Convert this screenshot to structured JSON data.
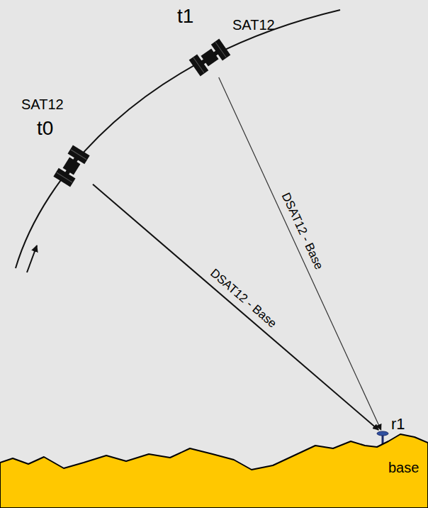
{
  "diagram": {
    "nodes": [
      {
        "text": [
          "t1",
          "SAT12"
        ]
      },
      {
        "text": [
          "SAT12",
          "t0"
        ]
      },
      {
        "text": [
          "r1"
        ]
      },
      {
        "text": [
          "base"
        ]
      }
    ],
    "edges": [
      {
        "from": 0,
        "to": 2,
        "arrow": "to",
        "label": "DSAT12 - Base"
      },
      {
        "from": 1,
        "to": 2,
        "arrow": "to",
        "label": "DSAT12 - Base"
      }
    ]
  }
}
